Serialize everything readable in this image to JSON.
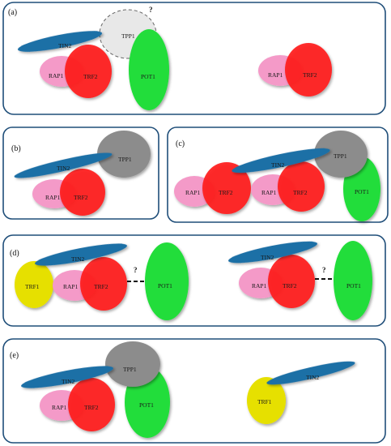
{
  "colors": {
    "panel_border": "#1f4e79",
    "TRF1": "#e6e000",
    "TRF2": "#ff1f1f",
    "RAP1": "#f49ac8",
    "TIN2": "#1f6fa6",
    "TPP1_solid": "#8c8c8c",
    "TPP1_dashed": "#e4e4e4",
    "POT1": "#22dd3a",
    "interaction_line": "#111111"
  },
  "labels": {
    "TRF1": "TRF1",
    "TRF2": "TRF2",
    "RAP1": "RAP1",
    "TIN2": "TIN2",
    "TPP1": "TPP1",
    "POT1": "POT1",
    "question": "?"
  },
  "panels": {
    "a": {
      "label": "(a)"
    },
    "b": {
      "label": "(b)"
    },
    "c": {
      "label": "(c)"
    },
    "d": {
      "label": "(d)"
    },
    "e": {
      "label": "(e)"
    }
  }
}
